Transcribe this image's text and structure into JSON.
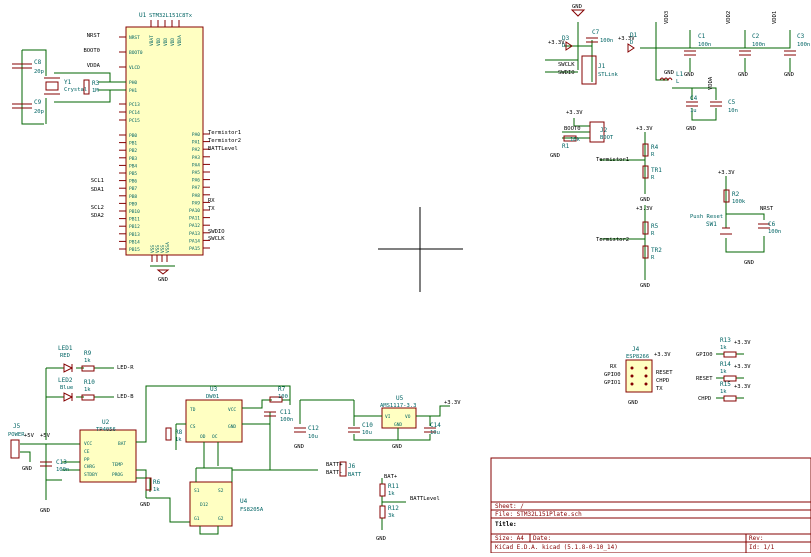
{
  "mcu": {
    "ref": "U1",
    "value": "STM32L151C8Tx",
    "top_pins": [
      "VBAT",
      "VDD",
      "VDD",
      "VDD",
      "VDDA"
    ],
    "left_pins": [
      "NRST",
      "BOOT0",
      "VLCD",
      "PH0",
      "PH1",
      "PC13",
      "PC14",
      "PC15",
      "PB0",
      "PB1",
      "PB2",
      "PB3",
      "PB4",
      "PB5",
      "PB6",
      "PB7",
      "PB8",
      "PB9",
      "PB10",
      "PB11",
      "PB12",
      "PB13",
      "PB14",
      "PB15"
    ],
    "right_pins": [
      "PA0",
      "PA1",
      "PA2",
      "PA3",
      "PA4",
      "PA5",
      "PA6",
      "PA7",
      "PA8",
      "PA9",
      "PA10",
      "PA11",
      "PA12",
      "PA13",
      "PA14",
      "PA15"
    ],
    "bottom_pins": [
      "VSS",
      "VSS",
      "VSS",
      "VSSA"
    ],
    "left_nets": {
      "nrst": "NRST",
      "boot0": "BOOT0",
      "vdda": "VDDA",
      "scl1": "SCL1",
      "sda1": "SDA1",
      "scl2": "SCL2",
      "sda2": "SDA2"
    },
    "right_nets": {
      "t1": "Termistor1",
      "t2": "Termistor2",
      "batt": "BATTLevel",
      "rx": "RX",
      "tx": "TX",
      "swdio": "SWDIO",
      "swclk": "SWCLK"
    },
    "gnd": "GND"
  },
  "crystal": {
    "c8": {
      "ref": "C8",
      "value": "20p"
    },
    "c9": {
      "ref": "C9",
      "value": "20p"
    },
    "y1": {
      "ref": "Y1",
      "value": "Crystal"
    },
    "r3": {
      "ref": "R3",
      "value": "1M"
    }
  },
  "stlink": {
    "d3": {
      "ref": "D3",
      "value": "D"
    },
    "c7": {
      "ref": "C7",
      "value": "100n"
    },
    "j1": {
      "ref": "J1",
      "value": "STLink"
    },
    "pins": [
      "SWCLK",
      "SWDIO"
    ],
    "plus33": "+3.3V",
    "gnd": "GND"
  },
  "power_filter": {
    "d1": {
      "ref": "D1",
      "value": "D"
    },
    "c1": {
      "ref": "C1",
      "value": "100n"
    },
    "c2": {
      "ref": "C2",
      "value": "100n"
    },
    "c3": {
      "ref": "C3",
      "value": "100n"
    },
    "l1": {
      "ref": "L1",
      "value": "L"
    },
    "c4": {
      "ref": "C4",
      "value": "1u"
    },
    "c5": {
      "ref": "C5",
      "value": "10n"
    },
    "nets": [
      "VDD3",
      "VDD2",
      "VDD1",
      "VDDA"
    ],
    "plus33": "+3.3V",
    "gnd": "GND"
  },
  "boot": {
    "j2": {
      "ref": "J2",
      "value": "BOOT"
    },
    "r1": {
      "ref": "R1",
      "value": "10k"
    },
    "net": "BOOT0",
    "plus33": "+3.3V",
    "gnd": "GND"
  },
  "thermistors": {
    "r4": {
      "ref": "R4",
      "value": "R"
    },
    "tr1": {
      "ref": "TR1",
      "value": "R"
    },
    "r5": {
      "ref": "R5",
      "value": "R"
    },
    "tr2": {
      "ref": "TR2",
      "value": "R"
    },
    "net1": "Termistor1",
    "net2": "Termistor2",
    "plus33": "+3.3V",
    "gnd": "GND"
  },
  "reset": {
    "r2": {
      "ref": "R2",
      "value": "100k"
    },
    "sw1": {
      "ref": "SW1",
      "value": "Push Reset"
    },
    "c6": {
      "ref": "C6",
      "value": "100n"
    },
    "net": "NRST",
    "plus33": "+3.3V",
    "gnd": "GND"
  },
  "crosshair": true,
  "leds": {
    "led1": {
      "ref": "LED1",
      "value": "RED"
    },
    "led2": {
      "ref": "LED2",
      "value": "Blue"
    },
    "r9": {
      "ref": "R9",
      "value": "1k"
    },
    "r10": {
      "ref": "R10",
      "value": "1k"
    },
    "net_r": "LED-R",
    "net_b": "LED-B"
  },
  "power_in": {
    "j5": {
      "ref": "J5",
      "value": "POWER"
    },
    "plus5": "+5V",
    "c13": {
      "ref": "C13",
      "value": "100n"
    },
    "gnd": "GND"
  },
  "charger": {
    "u2": {
      "ref": "U2",
      "value": "TP4056"
    },
    "pins": [
      "VCC",
      "CE",
      "PP",
      "CHRG",
      "STDBY",
      "BAT",
      "TEMP",
      "PROG"
    ],
    "r6": {
      "ref": "R6",
      "value": "1k"
    },
    "r8": {
      "ref": "R8",
      "value": "1k"
    },
    "gnd": "GND"
  },
  "protection": {
    "u3": {
      "ref": "U3",
      "value": "DW01"
    },
    "u3_pins": [
      "TD",
      "VCC",
      "CS",
      "OD",
      "OC",
      "GND"
    ],
    "r7": {
      "ref": "R7",
      "value": "100"
    },
    "c11": {
      "ref": "C11",
      "value": "100n"
    },
    "c12": {
      "ref": "C12",
      "value": "10u"
    },
    "u4": {
      "ref": "U4",
      "value": "FS8205A"
    },
    "u4_pins": [
      "S1",
      "G1",
      "S2",
      "G2",
      "D12"
    ],
    "gnd": "GND"
  },
  "regulator": {
    "u5": {
      "ref": "U5",
      "value": "AMS1117-3.3"
    },
    "pins": [
      "VI",
      "VO",
      "GND"
    ],
    "c10": {
      "ref": "C10",
      "value": "10u"
    },
    "c14": {
      "ref": "C14",
      "value": "10u"
    },
    "plus33": "+3.3V",
    "gnd": "GND"
  },
  "battery": {
    "j6": {
      "ref": "J6",
      "value": "BATT"
    },
    "net_plus": "BATT+",
    "net_minus": "BATT-"
  },
  "divider": {
    "net": "BAT+",
    "r11": {
      "ref": "R11",
      "value": "1k"
    },
    "r12": {
      "ref": "R12",
      "value": "3k"
    },
    "out": "BATTLevel",
    "gnd": "GND"
  },
  "esp": {
    "j4": {
      "ref": "J4",
      "value": "ESP8266"
    },
    "left": [
      "RX",
      "GPIO0",
      "GPIO1"
    ],
    "right": [
      "RESET",
      "CHPD",
      "TX"
    ],
    "plus33": "+3.3V",
    "gnd": "GND"
  },
  "pullups": {
    "r13": {
      "ref": "R13",
      "value": "1k"
    },
    "r14": {
      "ref": "R14",
      "value": "1k"
    },
    "r15": {
      "ref": "R15",
      "value": "1k"
    },
    "nets": [
      "GPIO0",
      "RESET",
      "CHPD"
    ],
    "plus33": "+3.3V"
  },
  "title_block": {
    "sheet_label": "Sheet: /",
    "file_label": "File: STM32L151Plate.sch",
    "title_label": "Title:",
    "size_label": "Size: A4",
    "date_label": "Date:",
    "rev_label": "Rev:",
    "kicad_label": "KiCad E.D.A.  kicad (5.1.8-0-10_14)",
    "id_label": "Id: 1/1"
  }
}
